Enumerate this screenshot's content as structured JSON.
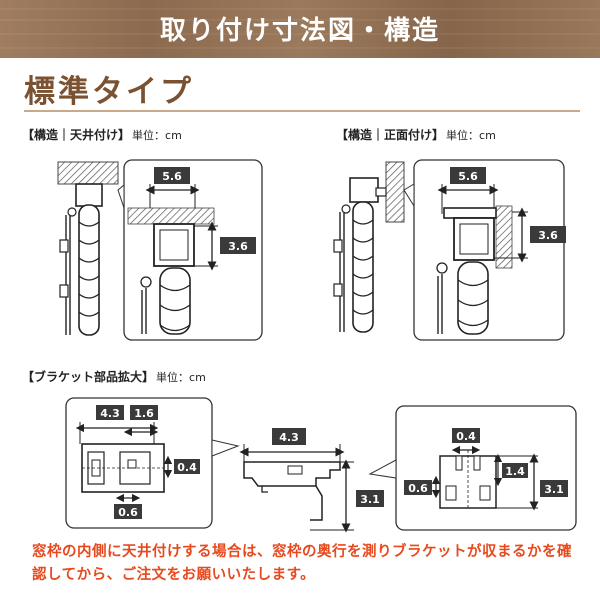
{
  "header": {
    "title": "取り付け寸法図・構造"
  },
  "section": {
    "title": "標準タイプ"
  },
  "captions": {
    "ceiling": {
      "label": "【構造｜天井付け】",
      "unit": "単位：cm"
    },
    "front": {
      "label": "【構造｜正面付け】",
      "unit": "単位：cm"
    },
    "bracket": {
      "label": "【ブラケット部品拡大】",
      "unit": "単位：cm"
    }
  },
  "dimensions": {
    "ceiling_width": "5.6",
    "ceiling_height": "3.6",
    "front_width": "5.6",
    "front_height": "3.6",
    "left_width_a": "4.3",
    "left_width_b": "1.6",
    "left_height": "0.4",
    "left_bottom": "0.6",
    "center_width": "4.3",
    "center_height": "3.1",
    "right_top": "0.4",
    "right_mid": "1.4",
    "right_left": "0.6",
    "right_height": "3.1"
  },
  "note": {
    "text": "窓枠の内側に天井付けする場合は、窓枠の奥行を測りブラケットが収まるかを確認してから、ご注文をお願いいたします。"
  },
  "colors": {
    "brown": "#7a5232",
    "accent": "#e8491d",
    "dim_label": "#3a3a3a"
  }
}
